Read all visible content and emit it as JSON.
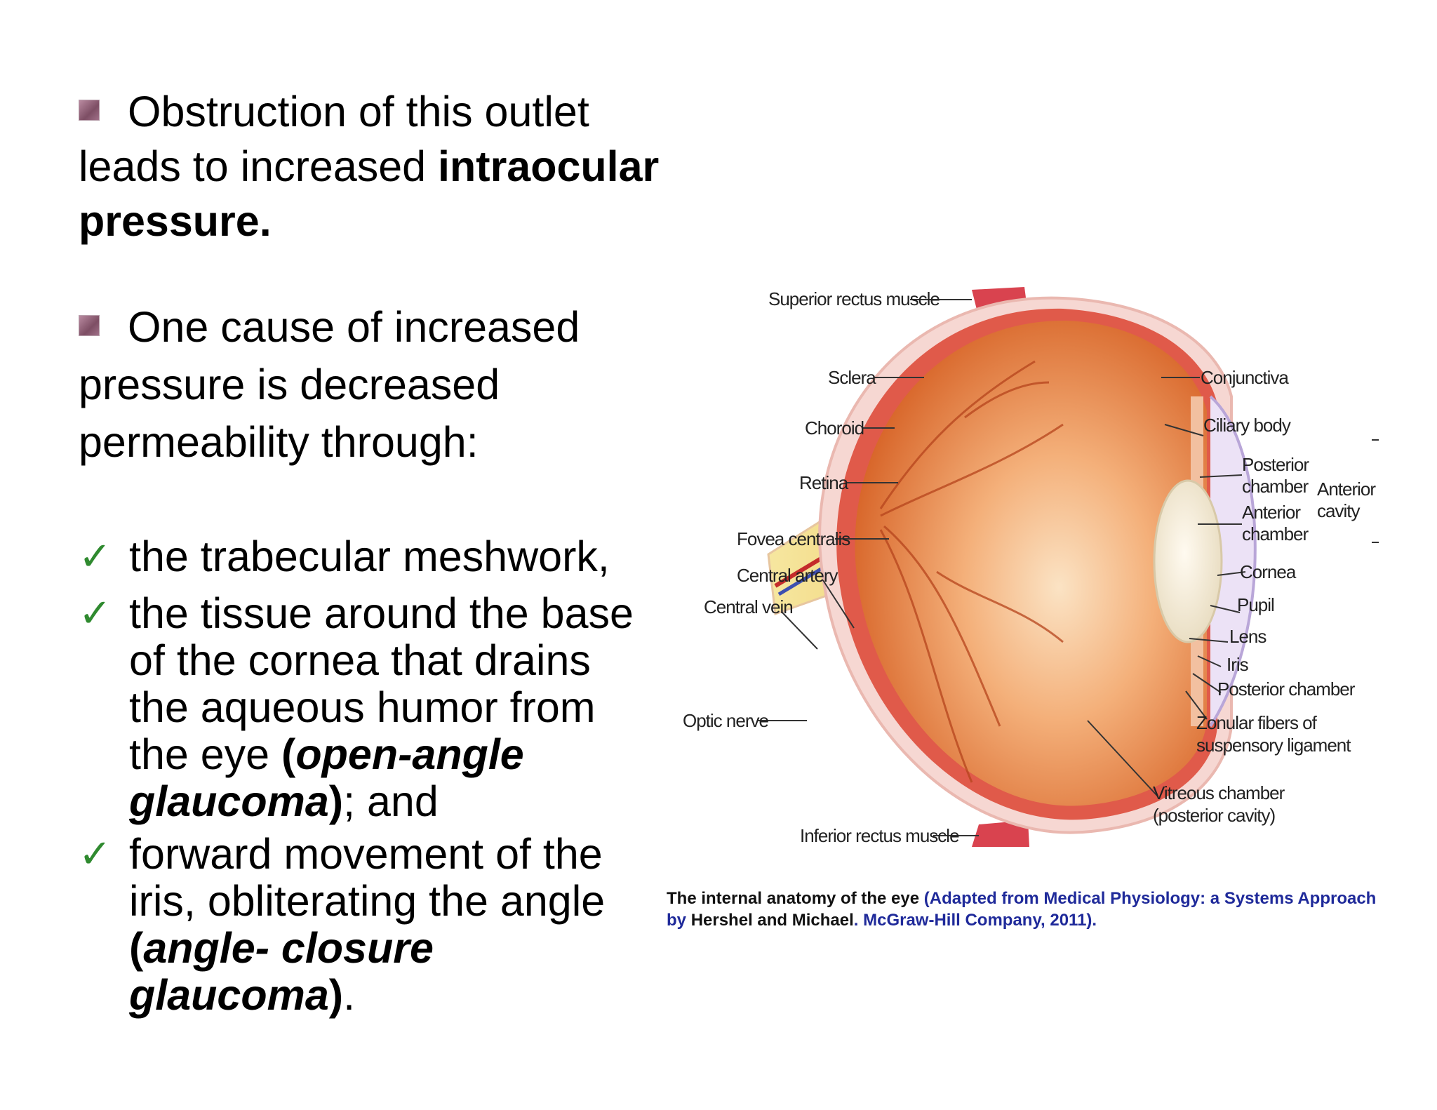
{
  "bullets": {
    "p1": {
      "line1": "Obstruction of this outlet",
      "line2_plain": "leads to increased ",
      "line2_bold": "intraocular",
      "line3_bold": "pressure."
    },
    "p2": {
      "line1": "One cause of increased",
      "line2": "pressure is decreased",
      "line3": "permeability through:"
    }
  },
  "checklist": {
    "mark": "✓",
    "item1": "the trabecular meshwork,",
    "item2": {
      "l1": "the tissue around the base",
      "l2": "of the cornea that  drains",
      "l3": "the aqueous humor from",
      "l4_plain": "the eye ",
      "l4_paren_open": "(",
      "l4_bi": "open-angle",
      "l5_bi": "glaucoma",
      "l5_paren_close": ")",
      "l5_tail": "; and"
    },
    "item3": {
      "l1": "forward movement of the",
      "l2": "iris, obliterating the angle",
      "l3_paren_open": "(",
      "l3_bi": "angle- closure",
      "l4_bi": "glaucoma",
      "l4_paren_close": ")",
      "l4_tail": "."
    }
  },
  "diagram": {
    "labels": {
      "superior_rectus": "Superior rectus muscle",
      "sclera": "Sclera",
      "choroid": "Choroid",
      "retina": "Retina",
      "fovea": "Fovea centralis",
      "central_artery": "Central artery",
      "central_vein": "Central vein",
      "optic_nerve": "Optic nerve",
      "inferior_rectus": "Inferior rectus muscle",
      "conjunctiva": "Conjunctiva",
      "ciliary_body": "Ciliary body",
      "posterior_chamber_1": "Posterior",
      "posterior_chamber_2": "chamber",
      "anterior_chamber_1": "Anterior",
      "anterior_chamber_2": "chamber",
      "anterior_cavity_1": "Anterior",
      "anterior_cavity_2": "cavity",
      "cornea": "Cornea",
      "pupil": "Pupil",
      "lens": "Lens",
      "iris": "Iris",
      "posterior_chamber_b": "Posterior chamber",
      "zonular_1": "Zonular fibers of",
      "zonular_2": "suspensory ligament",
      "vitreous_1": "Vitreous chamber",
      "vitreous_2": "(posterior cavity)"
    }
  },
  "caption": {
    "part1": "The internal anatomy of the eye ",
    "part2": "(Adapted from Medical Physiology: a Systems Approach by ",
    "part3": "Hershel and Michael",
    "part4": ". McGraw-Hill Company, 2011)."
  },
  "colors": {
    "check": "#2f8a2f",
    "caption_blue": "#1f2a9a",
    "eye_inner": "#e8843a",
    "sclera": "#f3c9c4",
    "muscle": "#d9434f"
  }
}
